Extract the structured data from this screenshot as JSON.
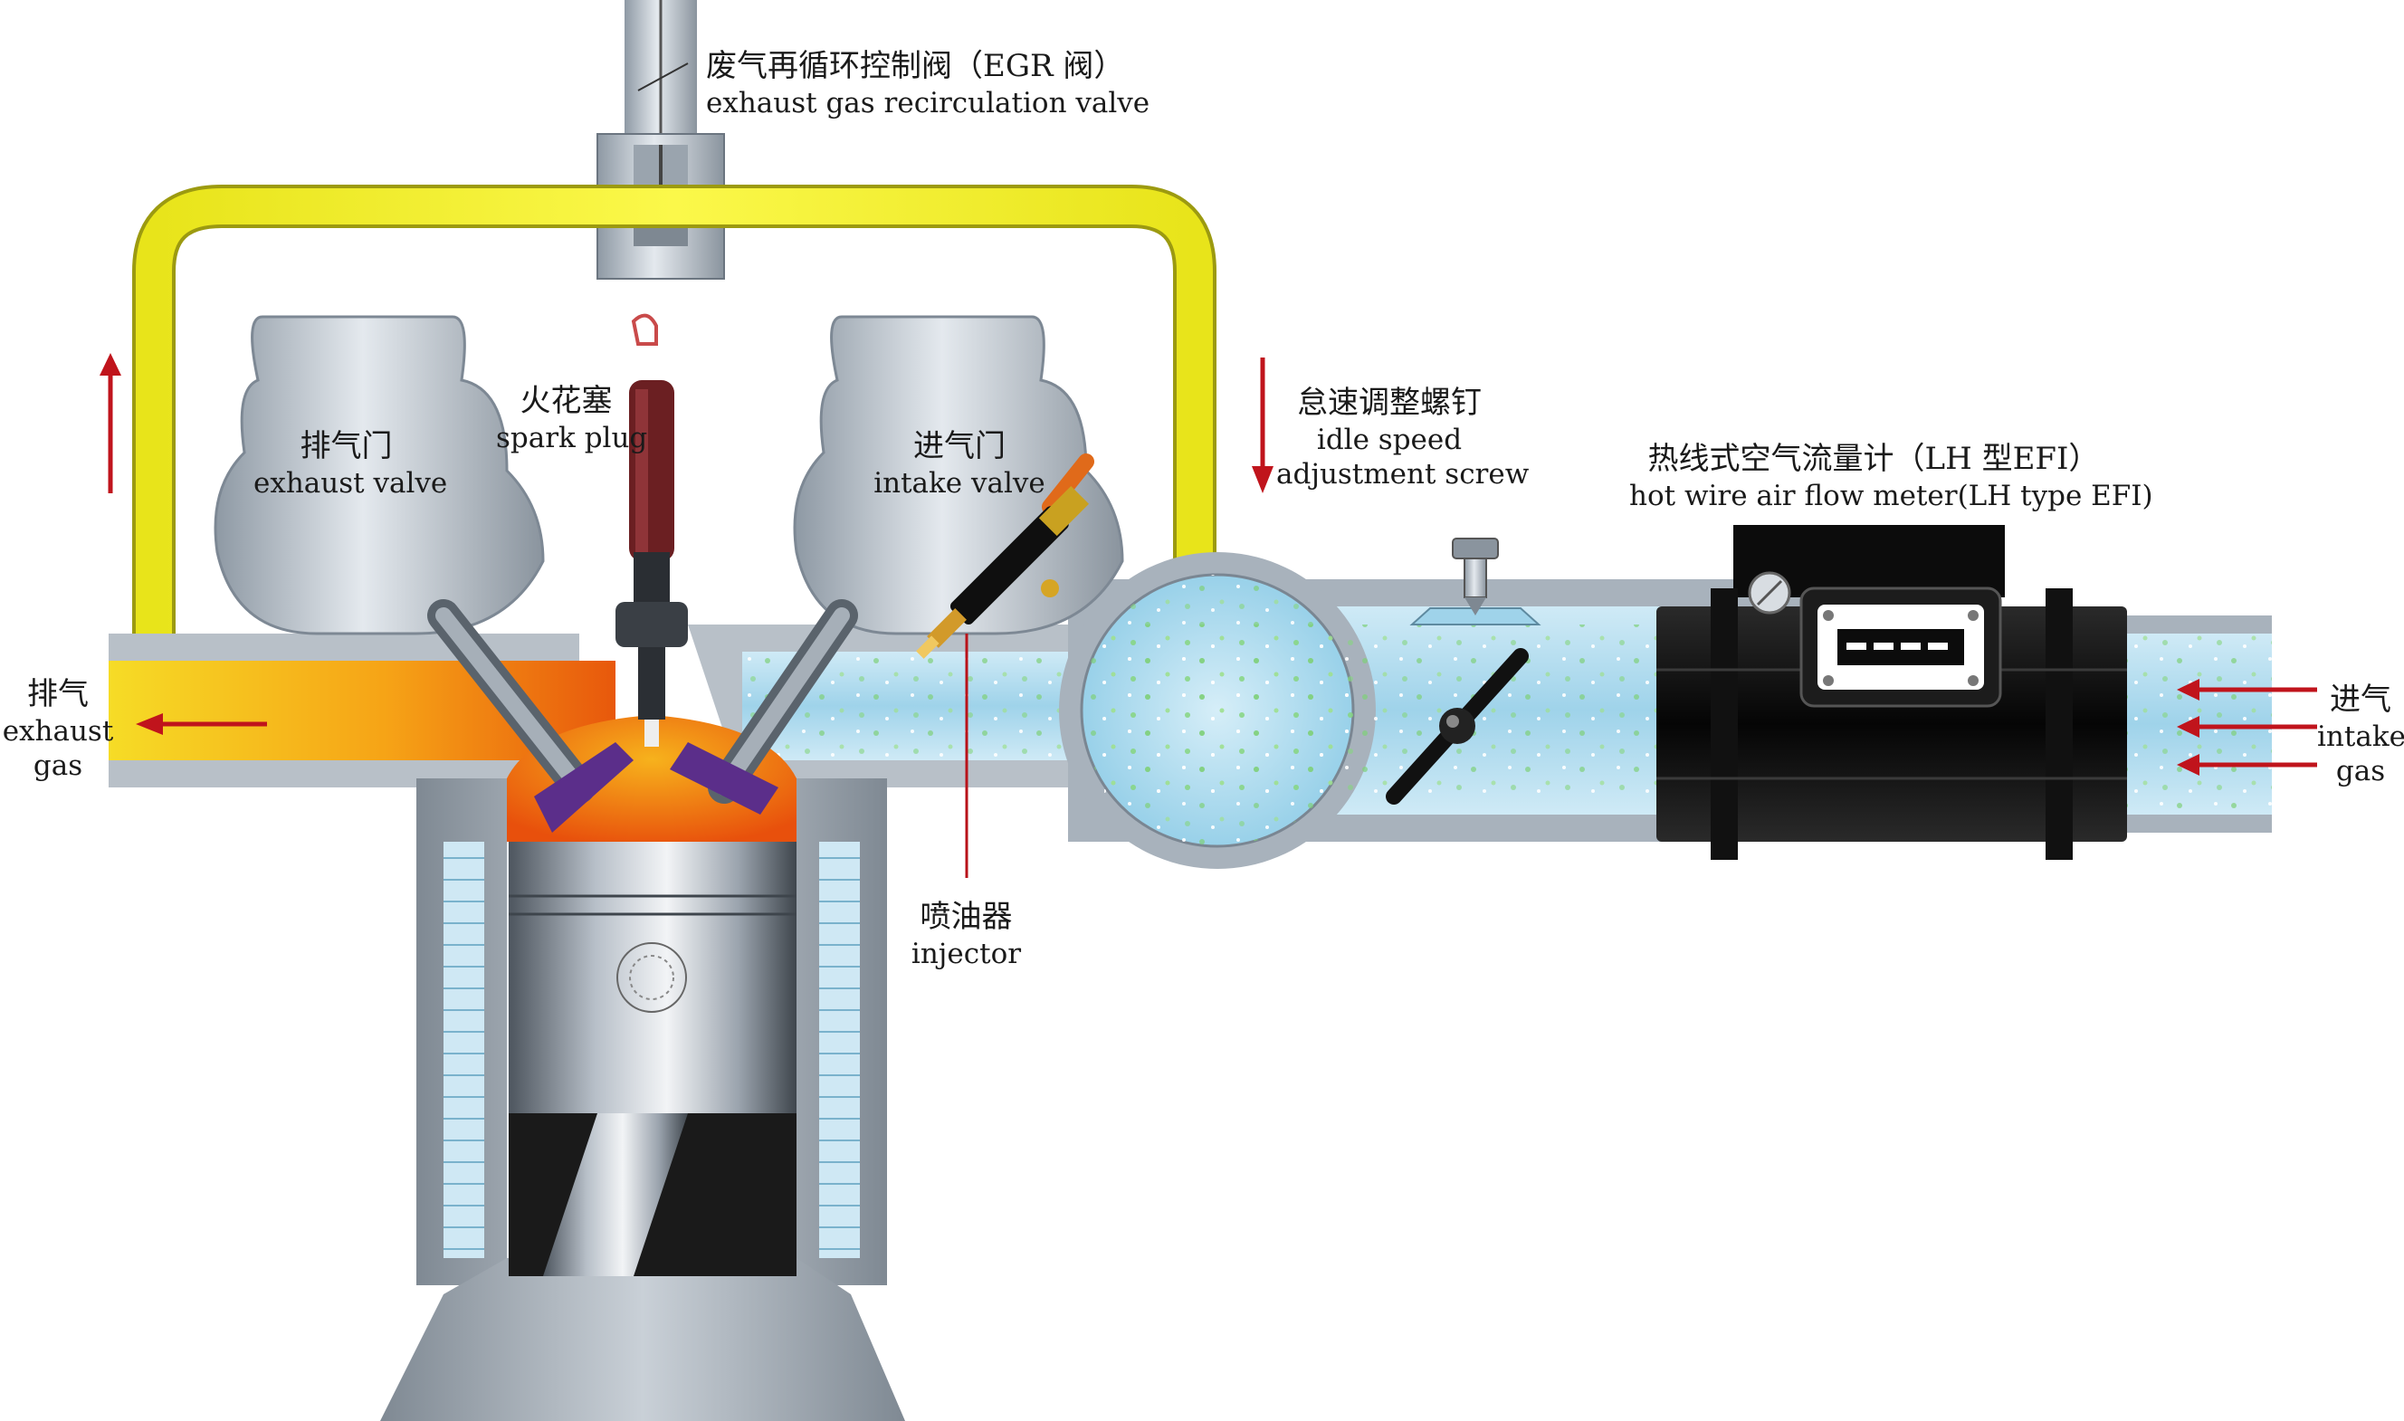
{
  "labels": {
    "egr_zh": "废气再循环控制阀（EGR 阀）",
    "egr_en": "exhaust gas recirculation valve",
    "exhaust_valve_zh": "排气门",
    "exhaust_valve_en": "exhaust valve",
    "spark_plug_zh": "火花塞",
    "spark_plug_en": "spark plug",
    "intake_valve_zh": "进气门",
    "intake_valve_en": "intake valve",
    "idle_zh": "怠速调整螺钉",
    "idle_en_1": "idle speed",
    "idle_en_2": "adjustment screw",
    "maf_zh": "热线式空气流量计（LH 型EFI）",
    "maf_en": "hot wire air flow meter(LH type EFI)",
    "exhaust_gas_zh": "排气",
    "exhaust_gas_en_1": "exhaust",
    "exhaust_gas_en_2": "gas",
    "intake_gas_zh": "进气",
    "intake_gas_en_1": "intake",
    "intake_gas_en_2": "gas",
    "injector_zh": "喷油器",
    "injector_en": "injector"
  },
  "colors": {
    "egr_pipe": "#f2ee1e",
    "arrow": "#c0141c",
    "intake_air": "#bfe3f2",
    "exhaust_hot": "#f07a10",
    "engine_metal": "#b9c2cc",
    "maf_body": "#111111"
  }
}
